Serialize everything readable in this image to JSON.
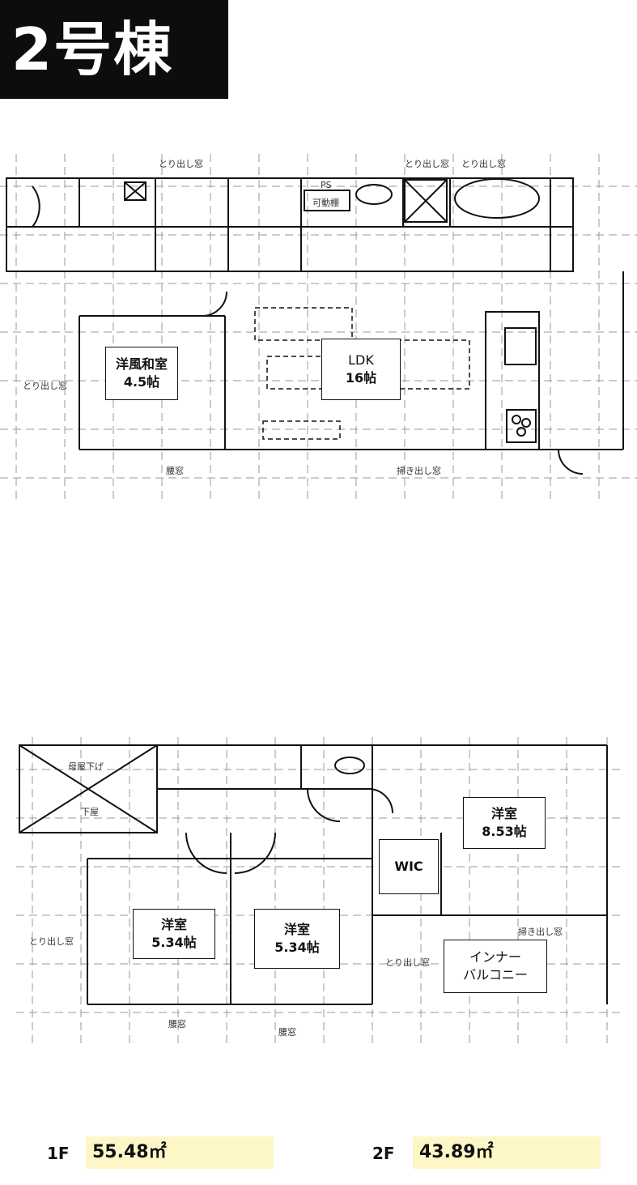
{
  "title": "2号棟",
  "floor1": {
    "rooms": [
      {
        "name": "洋風和室",
        "size": "4.5帖"
      },
      {
        "name": "LDK",
        "size": "16帖"
      }
    ],
    "fixtures": [
      "PS",
      "可動棚"
    ],
    "windows": [
      "とり出し窓",
      "とり出し窓",
      "とり出し窓",
      "とり出し窓",
      "腰窓",
      "掃き出し窓"
    ]
  },
  "floor2": {
    "rooms": [
      {
        "name": "洋室",
        "size": "8.53帖"
      },
      {
        "name": "WIC",
        "size": ""
      },
      {
        "name": "洋室",
        "size": "5.34帖"
      },
      {
        "name": "洋室",
        "size": "5.34帖"
      },
      {
        "name": "インナー",
        "size": "バルコニー"
      }
    ],
    "notes": [
      "母屋下げ",
      "下屋"
    ],
    "windows": [
      "とり出し窓",
      "とり出し窓",
      "掃き出し窓",
      "腰窓",
      "腰窓"
    ]
  },
  "areas": {
    "f1_label": "1F",
    "f1_value": "55.48㎡",
    "f2_label": "2F",
    "f2_value": "43.89㎡"
  }
}
